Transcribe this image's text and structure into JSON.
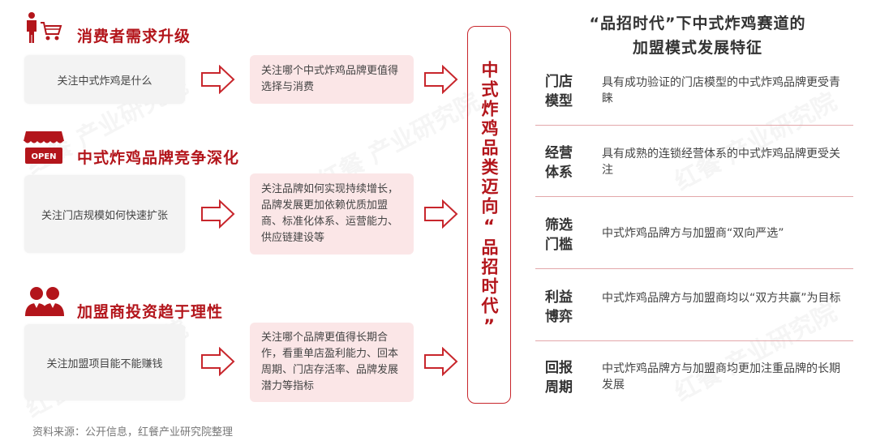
{
  "sections": [
    {
      "title": "消费者需求升级",
      "icon": "shopper-cart-icon",
      "question": "关注中式炸鸡是什么",
      "detail": "关注哪个中式炸鸡品牌更值得选择与消费"
    },
    {
      "title": "中式炸鸡品牌竞争深化",
      "icon": "open-store-icon",
      "icon_text": "OPEN",
      "question": "关注门店规模如何快速扩张",
      "detail": "关注品牌如何实现持续增长，品牌发展更加依赖优质加盟商、标准化体系、运营能力、供应链建设等"
    },
    {
      "title": "加盟商投资趋于理性",
      "icon": "people-icon",
      "question": "关注加盟项目能不能赚钱",
      "detail": "关注哪个品牌更值得长期合作，看重单店盈利能力、回本周期、门店存活率、品牌发展潜力等指标"
    }
  ],
  "center_text": "中式炸鸡品类迈向“品招时代”",
  "right_title_line1": "“品招时代”下中式炸鸡赛道的",
  "right_title_line2": "加盟模式发展特征",
  "features": [
    {
      "label_1": "门店",
      "label_2": "模型",
      "desc": "具有成功验证的门店模型的中式炸鸡品牌更受青睐"
    },
    {
      "label_1": "经营",
      "label_2": "体系",
      "desc": "具有成熟的连锁经营体系的中式炸鸡品牌更受关注"
    },
    {
      "label_1": "筛选",
      "label_2": "门槛",
      "desc": "中式炸鸡品牌方与加盟商“双向严选”"
    },
    {
      "label_1": "利益",
      "label_2": "博弈",
      "desc": "中式炸鸡品牌方与加盟商均以“双方共赢”为目标"
    },
    {
      "label_1": "回报",
      "label_2": "周期",
      "desc": "中式炸鸡品牌方与加盟商均更加注重品牌的长期发展"
    }
  ],
  "source": "资料来源：公开信息，红餐产业研究院整理",
  "watermark": "红餐 产业研究院",
  "colors": {
    "accent": "#b3151b",
    "pink_box": "#fbe6e7",
    "grey_box": "#f3f3f3"
  }
}
